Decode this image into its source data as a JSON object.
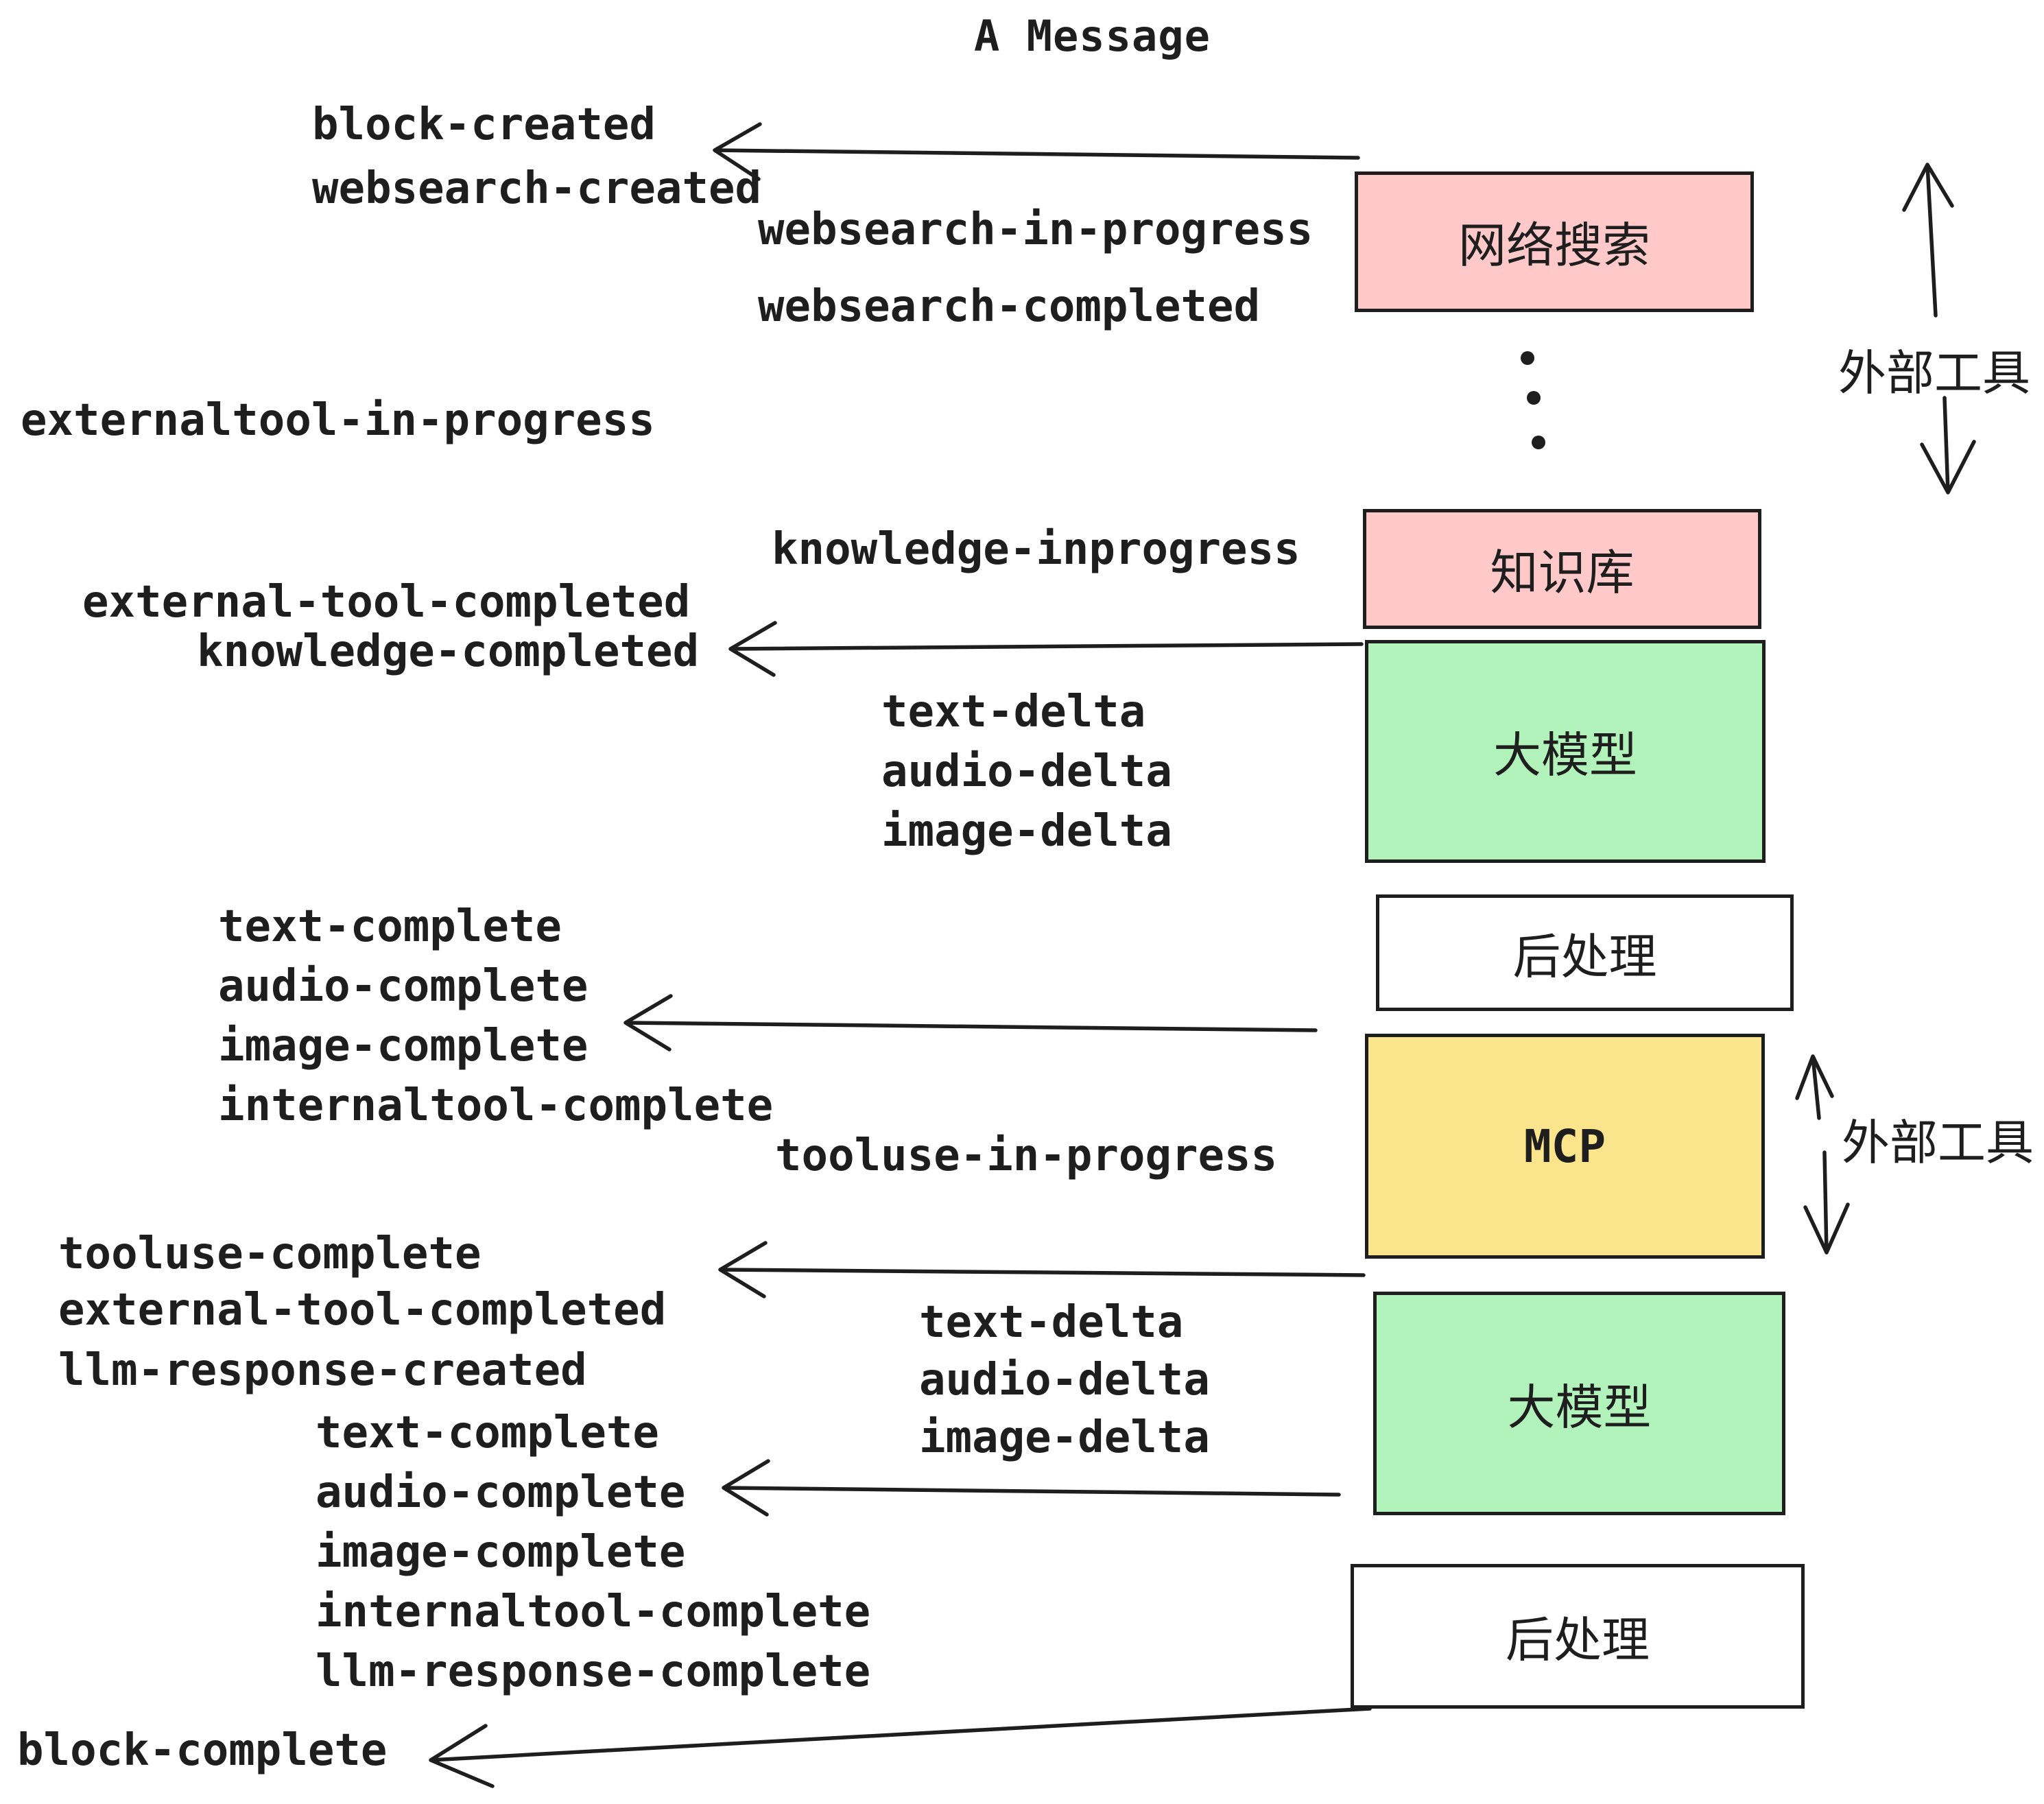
{
  "title": "A Message",
  "colors": {
    "pink": "#ffc9c9",
    "green": "#b2f2bb",
    "yellow": "#fbe58c",
    "white": "#ffffff",
    "ink": "#1e1e1e"
  },
  "boxes": [
    {
      "id": "websearch",
      "label": "网络搜索",
      "color": "pink"
    },
    {
      "id": "knowledge",
      "label": "知识库",
      "color": "pink"
    },
    {
      "id": "llm-1",
      "label": "大模型",
      "color": "green"
    },
    {
      "id": "post-1",
      "label": "后处理",
      "color": "white"
    },
    {
      "id": "mcp",
      "label": "MCP",
      "color": "yellow"
    },
    {
      "id": "llm-2",
      "label": "大模型",
      "color": "green"
    },
    {
      "id": "post-2",
      "label": "后处理",
      "color": "white"
    }
  ],
  "side_labels": [
    {
      "label": "外部工具"
    },
    {
      "label": "外部工具"
    }
  ],
  "events": {
    "block_created": "block-created",
    "websearch_created": "websearch-created",
    "websearch_in_progress": "websearch-in-progress",
    "websearch_completed": "websearch-completed",
    "externaltool_in_progress": "externaltool-in-progress",
    "knowledge_inprogress": "knowledge-inprogress",
    "external_tool_completed": "external-tool-completed",
    "knowledge_completed": "knowledge-completed",
    "delta1": [
      "text-delta",
      "audio-delta",
      "image-delta"
    ],
    "complete1": [
      "text-complete",
      "audio-complete",
      "image-complete",
      "internaltool-complete"
    ],
    "tooluse_in_progress": "tooluse-in-progress",
    "tooluse_complete": "tooluse-complete",
    "external_tool_completed_2": "external-tool-completed",
    "llm_response_created": "llm-response-created",
    "complete2": [
      "text-complete",
      "audio-complete",
      "image-complete",
      "internaltool-complete",
      "llm-response-complete"
    ],
    "delta2": [
      "text-delta",
      "audio-delta",
      "image-delta"
    ],
    "block_complete": "block-complete"
  }
}
